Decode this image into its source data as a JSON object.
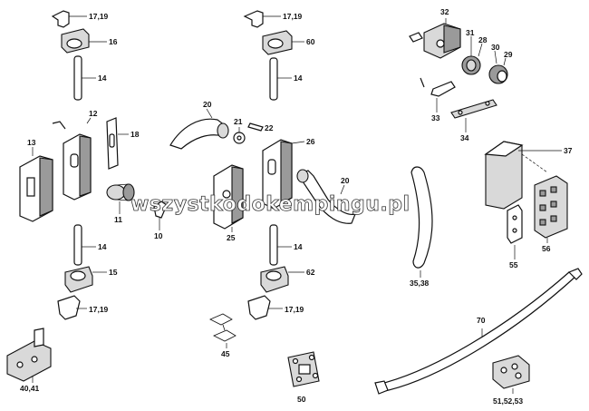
{
  "watermark": "wszystkodokempingu.pl",
  "labels": {
    "l_17_19_a": "17,19",
    "l_16": "16",
    "l_14_a": "14",
    "l_12": "12",
    "l_18": "18",
    "l_13": "13",
    "l_11": "11",
    "l_10": "10",
    "l_14_b": "14",
    "l_15": "15",
    "l_17_19_b": "17,19",
    "l_40_41": "40,41",
    "l_17_19_c": "17,19",
    "l_60": "60",
    "l_14_c": "14",
    "l_20_a": "20",
    "l_21": "21",
    "l_22": "22",
    "l_26": "26",
    "l_20_b": "20",
    "l_25": "25",
    "l_14_d": "14",
    "l_62": "62",
    "l_17_19_d": "17,19",
    "l_45": "45",
    "l_50": "50",
    "l_32": "32",
    "l_31": "31",
    "l_28": "28",
    "l_30": "30",
    "l_29": "29",
    "l_33": "33",
    "l_34": "34",
    "l_37": "37",
    "l_35_38": "35,38",
    "l_56": "56",
    "l_55": "55",
    "l_70": "70",
    "l_51_52_53": "51,52,53"
  }
}
